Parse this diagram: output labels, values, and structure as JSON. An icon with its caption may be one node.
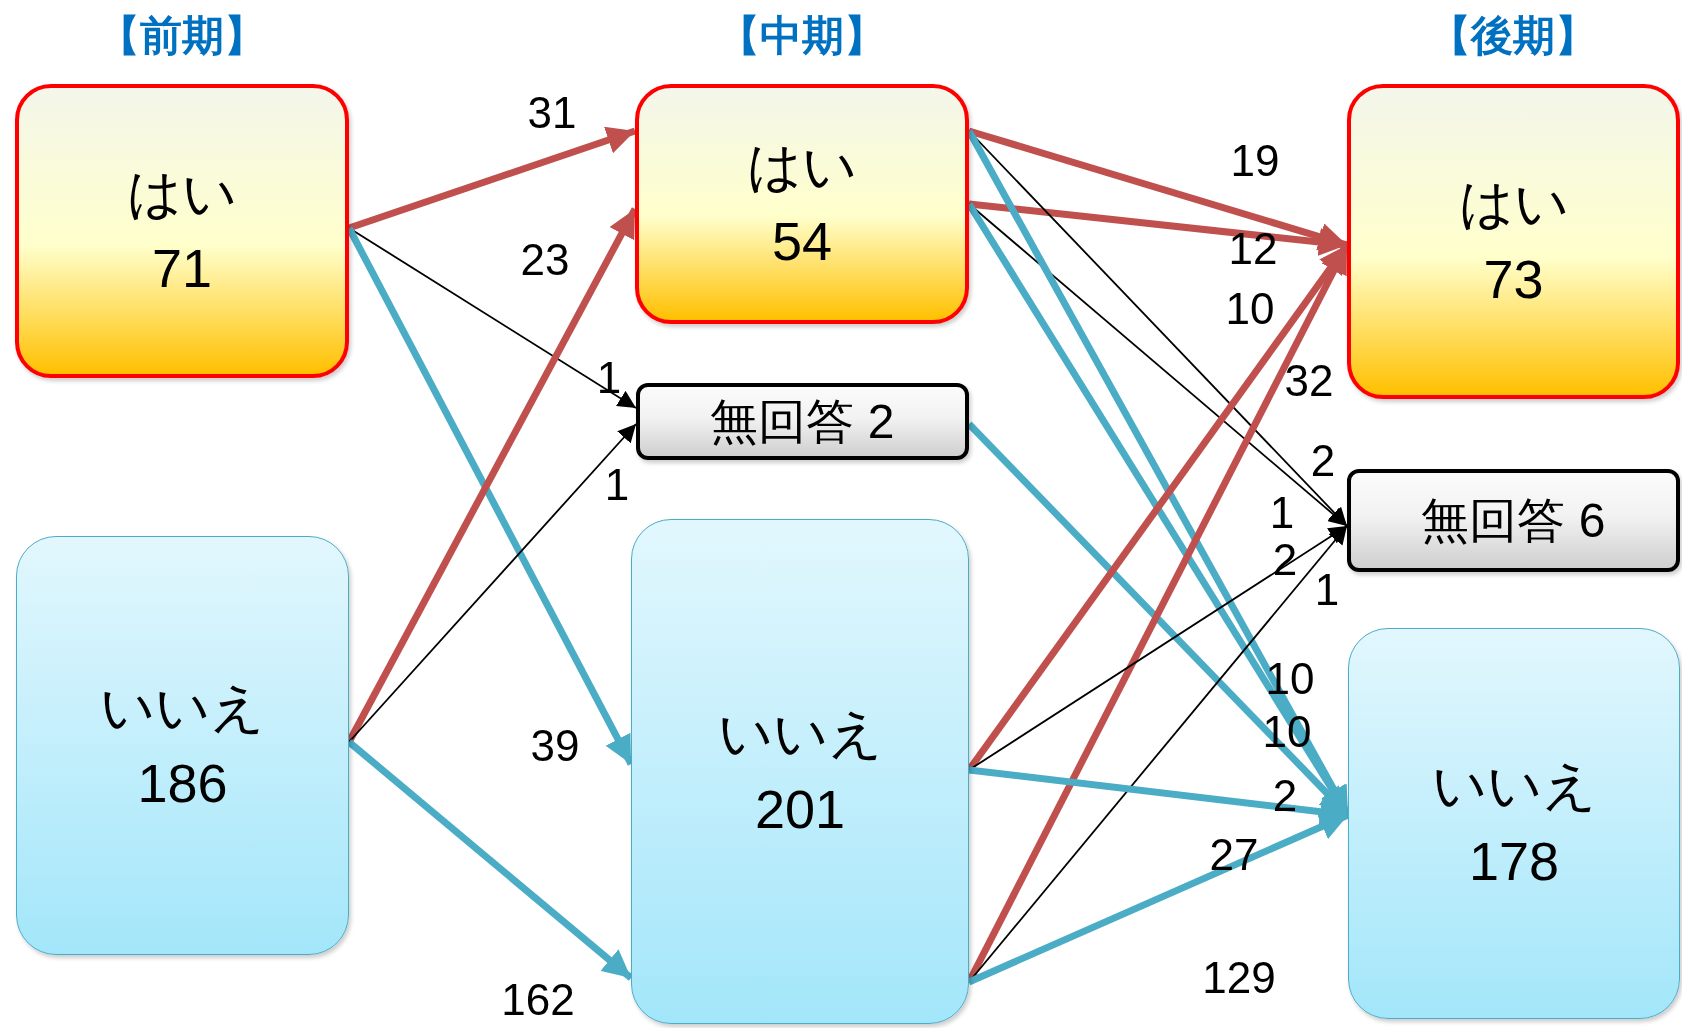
{
  "diagram": {
    "nodes": [
      {
        "text": [
          "はい",
          "71"
        ]
      },
      {
        "text": [
          "いいえ",
          "186"
        ]
      },
      {
        "text": [
          "はい",
          "54"
        ]
      },
      {
        "text": [
          "無回答 2"
        ]
      },
      {
        "text": [
          "いいえ",
          "201"
        ]
      },
      {
        "text": [
          "はい",
          "73"
        ]
      },
      {
        "text": [
          "無回答 6"
        ]
      },
      {
        "text": [
          "いいえ",
          "178"
        ]
      }
    ],
    "edges": [
      {
        "from": 0,
        "to": 2,
        "arrow": "to",
        "label": "31",
        "color": "#c0504d"
      },
      {
        "from": 0,
        "to": 3,
        "arrow": "to",
        "label": "1",
        "color": "#000000"
      },
      {
        "from": 0,
        "to": 4,
        "arrow": "to",
        "label": "39"
      },
      {
        "from": 1,
        "to": 2,
        "arrow": "to",
        "label": "23",
        "color": "#c0504d"
      },
      {
        "from": 1,
        "to": 3,
        "arrow": "to",
        "label": "1",
        "color": "#000000"
      },
      {
        "from": 1,
        "to": 4,
        "arrow": "to",
        "label": "162"
      },
      {
        "from": 2,
        "to": 5,
        "arrow": "to",
        "label": "19",
        "color": "#c0504d"
      },
      {
        "from": 2,
        "to": 5,
        "arrow": "to",
        "label": "12",
        "color": "#c0504d"
      },
      {
        "from": 2,
        "to": 6,
        "arrow": "to",
        "label": "2",
        "color": "#000000"
      },
      {
        "from": 2,
        "to": 6,
        "arrow": "to",
        "label": "1",
        "color": "#000000"
      },
      {
        "from": 2,
        "to": 7,
        "arrow": "to",
        "label": "10"
      },
      {
        "from": 2,
        "to": 7,
        "arrow": "to",
        "label": "10"
      },
      {
        "from": 3,
        "to": 7,
        "arrow": "to",
        "label": "2"
      },
      {
        "from": 4,
        "to": 5,
        "arrow": "to",
        "label": "10",
        "color": "#c0504d"
      },
      {
        "from": 4,
        "to": 5,
        "arrow": "to",
        "label": "32",
        "color": "#c0504d"
      },
      {
        "from": 4,
        "to": 6,
        "arrow": "to",
        "label": "2",
        "color": "#000000"
      },
      {
        "from": 4,
        "to": 6,
        "arrow": "to",
        "label": "1",
        "color": "#000000"
      },
      {
        "from": 4,
        "to": 7,
        "arrow": "to",
        "label": "27"
      },
      {
        "from": 4,
        "to": 7,
        "arrow": "to",
        "label": "129"
      }
    ],
    "labels": [
      "【前期】",
      "【中期】",
      "【後期】"
    ]
  }
}
